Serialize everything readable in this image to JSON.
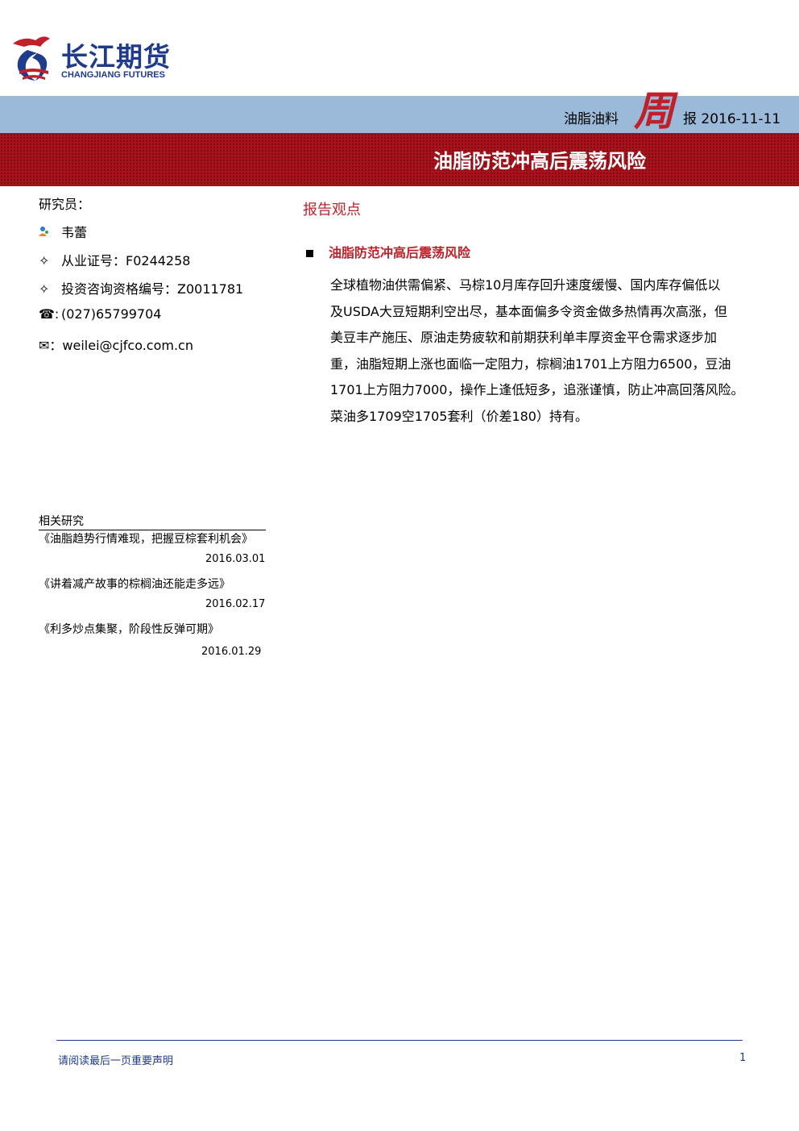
{
  "header": {
    "logo_cn": "长江期货",
    "logo_en": "CHANGJIANG FUTURES",
    "category": "油脂油料",
    "zhou": "周",
    "report_date": "报 2016-11-11",
    "title": "油脂防范冲高后震荡风险"
  },
  "researcher": {
    "label": "研究员：",
    "name": "韦蕾",
    "license": "从业证号：F0244258",
    "consult": "投资咨询资格编号：Z0011781",
    "phone": "(027)65799704",
    "email": "：weilei@cjfco.com.cn"
  },
  "main": {
    "heading": "报告观点",
    "bullet": "油脂防范冲高后震荡风险",
    "lines": [
      "全球植物油供需偏紧、马棕10月库存回升速度缓慢、国内库存偏低以",
      "及USDA大豆短期利空出尽，基本面偏多令资金做多热情再次高涨，但",
      "美豆丰产施压、原油走势疲软和前期获利单丰厚资金平仓需求逐步加",
      "重，油脂短期上涨也面临一定阻力，棕榈油1701上方阻力6500，豆油",
      "1701上方阻力7000，操作上逢低短多，追涨谨慎，防止冲高回落风险。",
      "菜油多1709空1705套利（价差180）持有。"
    ]
  },
  "related": {
    "heading": "相关研究",
    "items": [
      {
        "title": "《油脂趋势行情难现，把握豆棕套利机会》",
        "date": "2016.03.01"
      },
      {
        "title": "《讲着减产故事的棕榈油还能走多远》",
        "date": "2016.02.17"
      },
      {
        "title": "《利多炒点集聚，阶段性反弹可期》",
        "date": "2016.01.29"
      }
    ]
  },
  "footer": {
    "notice": "请阅读最后一页重要声明",
    "page": "1"
  }
}
